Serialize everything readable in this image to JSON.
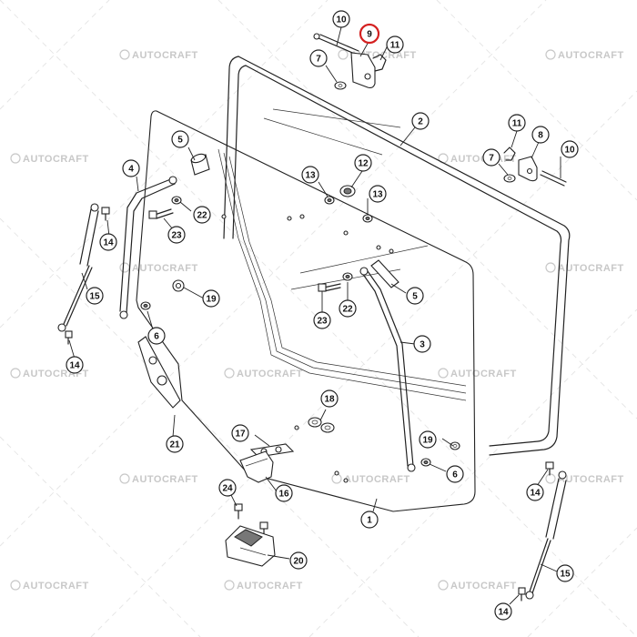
{
  "watermark": {
    "text": "AUTOCRAFT",
    "color": "#c8c8c8"
  },
  "highlight_color": "#d42020",
  "callouts": [
    {
      "id": "c10a",
      "label": "10"
    },
    {
      "id": "c9",
      "label": "9",
      "highlighted": true
    },
    {
      "id": "c11a",
      "label": "11"
    },
    {
      "id": "c7a",
      "label": "7"
    },
    {
      "id": "c2",
      "label": "2"
    },
    {
      "id": "c11b",
      "label": "11"
    },
    {
      "id": "c8",
      "label": "8"
    },
    {
      "id": "c7b",
      "label": "7"
    },
    {
      "id": "c10b",
      "label": "10"
    },
    {
      "id": "c5a",
      "label": "5"
    },
    {
      "id": "c4",
      "label": "4"
    },
    {
      "id": "c13a",
      "label": "13"
    },
    {
      "id": "c12",
      "label": "12"
    },
    {
      "id": "c13b",
      "label": "13"
    },
    {
      "id": "c22a",
      "label": "22"
    },
    {
      "id": "c23a",
      "label": "23"
    },
    {
      "id": "c14a",
      "label": "14"
    },
    {
      "id": "c15a",
      "label": "15"
    },
    {
      "id": "c19a",
      "label": "19"
    },
    {
      "id": "c5b",
      "label": "5"
    },
    {
      "id": "c22b",
      "label": "22"
    },
    {
      "id": "c23b",
      "label": "23"
    },
    {
      "id": "c6a",
      "label": "6"
    },
    {
      "id": "c3",
      "label": "3"
    },
    {
      "id": "c14b",
      "label": "14"
    },
    {
      "id": "c18",
      "label": "18"
    },
    {
      "id": "c21",
      "label": "21"
    },
    {
      "id": "c17",
      "label": "17"
    },
    {
      "id": "c19b",
      "label": "19"
    },
    {
      "id": "c6b",
      "label": "6"
    },
    {
      "id": "c16",
      "label": "16"
    },
    {
      "id": "c24",
      "label": "24"
    },
    {
      "id": "c1",
      "label": "1"
    },
    {
      "id": "c14c",
      "label": "14"
    },
    {
      "id": "c20",
      "label": "20"
    },
    {
      "id": "c15b",
      "label": "15"
    },
    {
      "id": "c14d",
      "label": "14"
    }
  ]
}
